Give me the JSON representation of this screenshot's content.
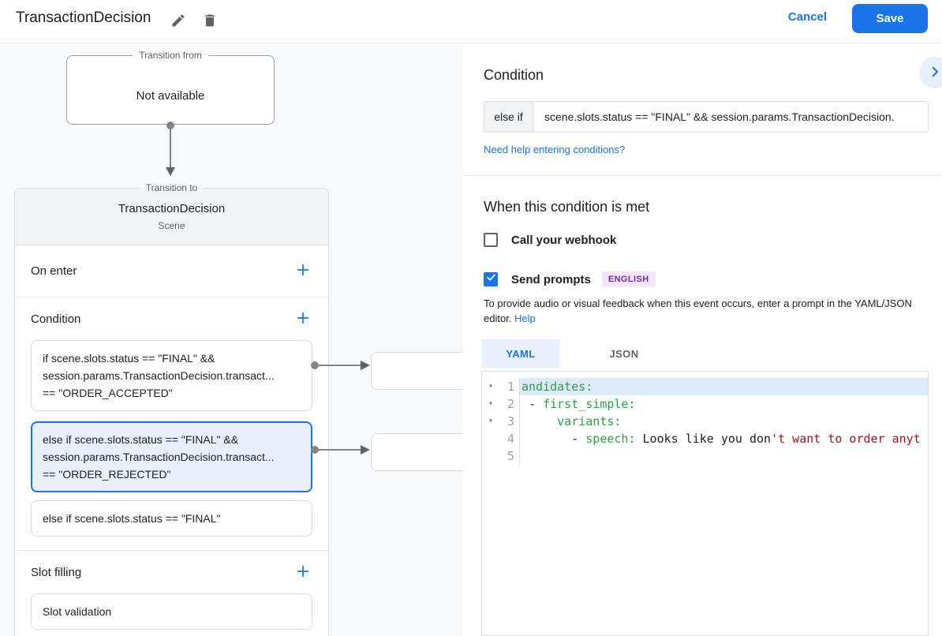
{
  "header": {
    "title": "TransactionDecision",
    "cancel_label": "Cancel",
    "save_label": "Save"
  },
  "diagram": {
    "transition_from": {
      "legend": "Transition from",
      "text": "Not available"
    },
    "transition_to": {
      "legend": "Transition to",
      "title": "TransactionDecision",
      "subtitle": "Scene",
      "on_enter_label": "On enter",
      "condition_label": "Condition",
      "condition_items": [
        {
          "text": "if scene.slots.status == \"FINAL\" &&\nsession.params.TransactionDecision.transact...\n== \"ORDER_ACCEPTED\"",
          "selected": false,
          "connector": true
        },
        {
          "text": "else if scene.slots.status == \"FINAL\" &&\nsession.params.TransactionDecision.transact...\n== \"ORDER_REJECTED\"",
          "selected": true,
          "connector": true
        },
        {
          "text": "else if scene.slots.status == \"FINAL\"",
          "selected": false,
          "connector": false
        }
      ],
      "slot_filling_label": "Slot filling",
      "slot_items": [
        "Slot validation"
      ]
    }
  },
  "panel": {
    "condition_heading": "Condition",
    "condition_prefix": "else if",
    "condition_value": "scene.slots.status == \"FINAL\" && session.params.TransactionDecision.",
    "help_link": "Need help entering conditions?",
    "when_heading": "When this condition is met",
    "webhook_label": "Call your webhook",
    "send_prompts_label": "Send prompts",
    "language_badge": "ENGLISH",
    "description": "To provide audio or visual feedback when this event occurs, enter a prompt in the YAML/JSON editor.",
    "description_help": "Help",
    "tabs": [
      {
        "label": "YAML",
        "active": true
      },
      {
        "label": "JSON",
        "active": false
      }
    ],
    "editor": {
      "lines": [
        {
          "num": "1",
          "fold": true,
          "highlight": true,
          "tokens": [
            {
              "t": "andidates:",
              "c": "key"
            }
          ]
        },
        {
          "num": "2",
          "fold": true,
          "highlight": false,
          "tokens": [
            {
              "t": " - ",
              "c": "plain"
            },
            {
              "t": "first_simple:",
              "c": "key"
            }
          ]
        },
        {
          "num": "3",
          "fold": true,
          "highlight": false,
          "tokens": [
            {
              "t": "     ",
              "c": "plain"
            },
            {
              "t": "variants:",
              "c": "key"
            }
          ]
        },
        {
          "num": "4",
          "fold": false,
          "highlight": false,
          "tokens": [
            {
              "t": "       - ",
              "c": "plain"
            },
            {
              "t": "speech:",
              "c": "key"
            },
            {
              "t": " Looks like you don",
              "c": "plain"
            },
            {
              "t": "'t want to order anyt",
              "c": "string"
            }
          ]
        },
        {
          "num": "5",
          "fold": false,
          "highlight": false,
          "tokens": []
        }
      ]
    }
  },
  "colors": {
    "accent": "#1a73e8",
    "selected_fill": "#e8f0fe",
    "badge_purple": "#7627bb",
    "code_key_green": "#2f9e44",
    "code_string_red": "#a31515"
  }
}
